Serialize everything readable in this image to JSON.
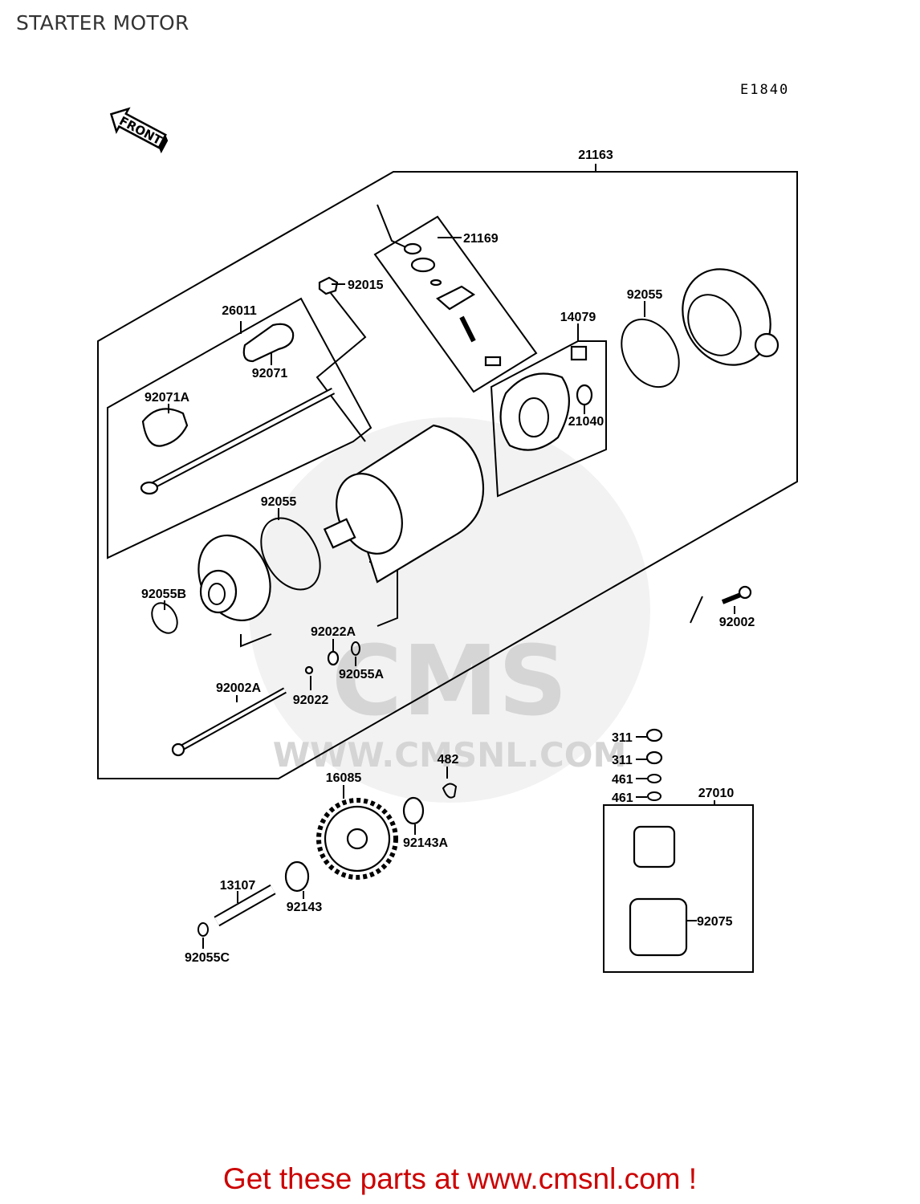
{
  "page": {
    "title": "STARTER MOTOR",
    "diagram_code": "E1840",
    "front_label": "FRONT",
    "footer": "Get these parts at www.cmsnl.com !",
    "watermark_brand": "CMS",
    "watermark_url": "WWW.CMSNL.COM",
    "footer_color": "#cc0000"
  },
  "callouts": [
    {
      "id": "21163",
      "label": "21163"
    },
    {
      "id": "21169",
      "label": "21169"
    },
    {
      "id": "92015",
      "label": "92015"
    },
    {
      "id": "26011",
      "label": "26011"
    },
    {
      "id": "92071",
      "label": "92071"
    },
    {
      "id": "92071A",
      "label": "92071A"
    },
    {
      "id": "92055-top",
      "label": "92055"
    },
    {
      "id": "14079",
      "label": "14079"
    },
    {
      "id": "21040",
      "label": "21040"
    },
    {
      "id": "92055-mid",
      "label": "92055"
    },
    {
      "id": "92055B",
      "label": "92055B"
    },
    {
      "id": "92002",
      "label": "92002"
    },
    {
      "id": "92022A",
      "label": "92022A"
    },
    {
      "id": "92055A",
      "label": "92055A"
    },
    {
      "id": "92002A",
      "label": "92002A"
    },
    {
      "id": "92022",
      "label": "92022"
    },
    {
      "id": "311-a",
      "label": "311"
    },
    {
      "id": "311-b",
      "label": "311"
    },
    {
      "id": "461-a",
      "label": "461"
    },
    {
      "id": "461-b",
      "label": "461"
    },
    {
      "id": "27010",
      "label": "27010"
    },
    {
      "id": "482",
      "label": "482"
    },
    {
      "id": "16085",
      "label": "16085"
    },
    {
      "id": "92143A",
      "label": "92143A"
    },
    {
      "id": "13107",
      "label": "13107"
    },
    {
      "id": "92143",
      "label": "92143"
    },
    {
      "id": "92075",
      "label": "92075"
    },
    {
      "id": "92055C",
      "label": "92055C"
    }
  ]
}
